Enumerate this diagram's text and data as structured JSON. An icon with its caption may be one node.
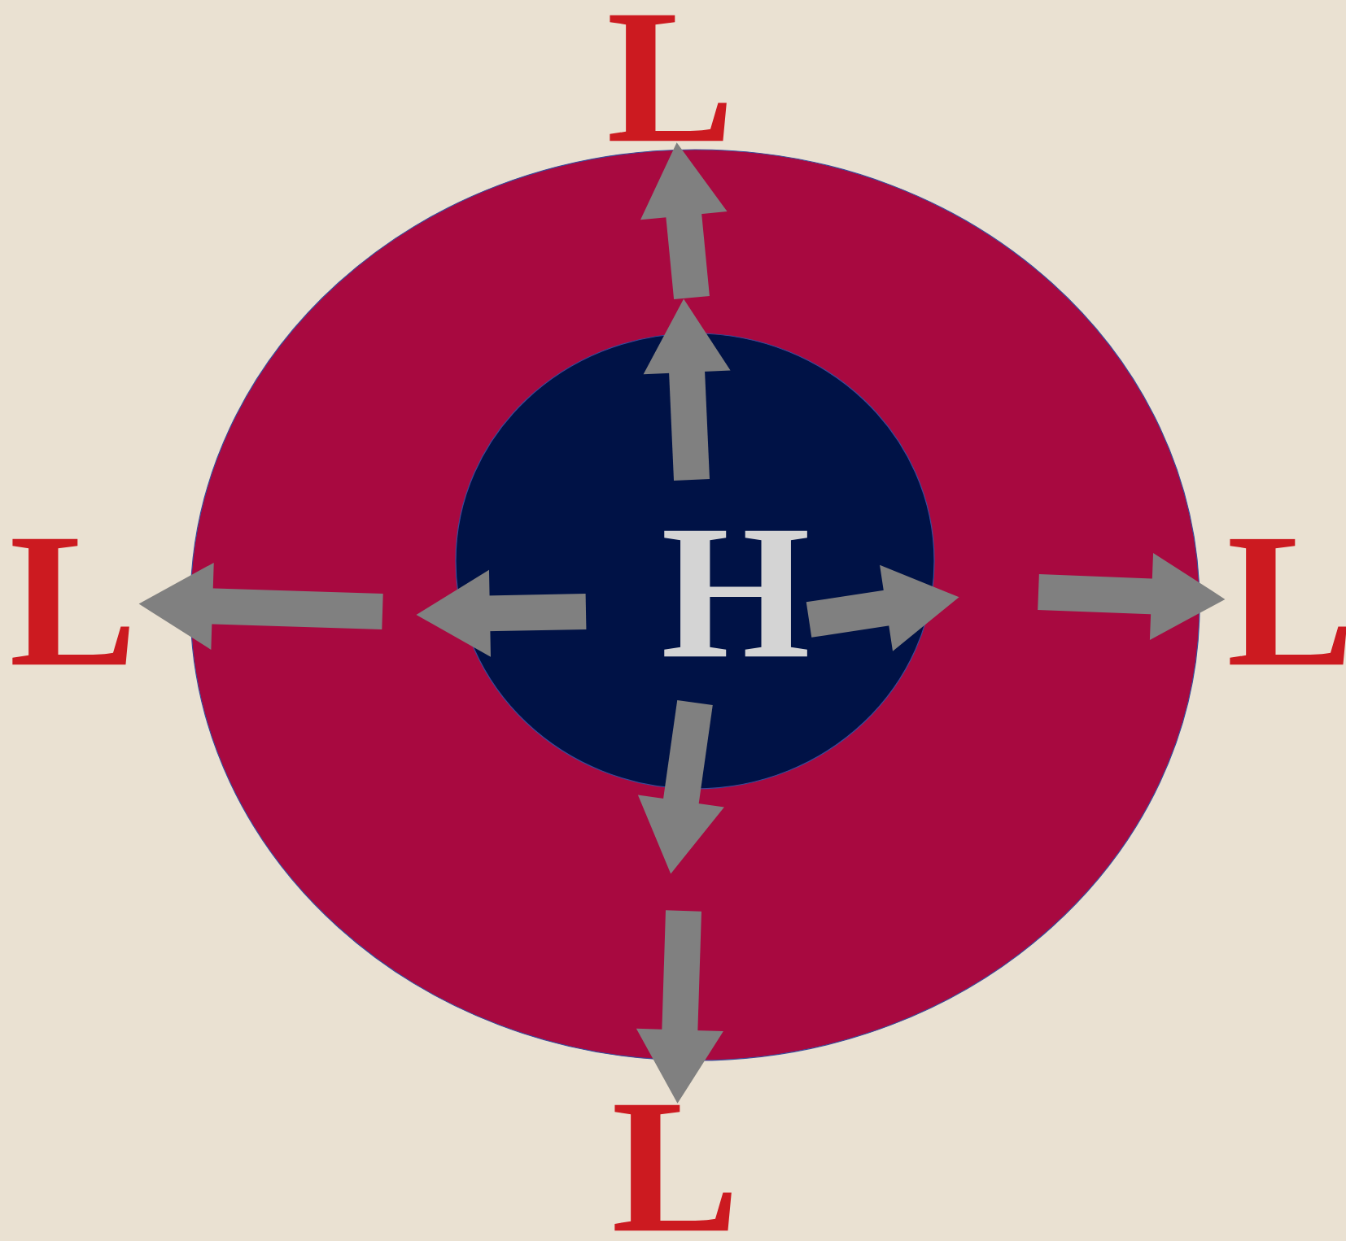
{
  "diagram": {
    "nodes": [
      {
        "text": [],
        "shape": "circle"
      },
      {
        "text": [
          "H"
        ],
        "in": 0
      },
      {
        "text": [
          "L"
        ]
      },
      {
        "text": [
          "L"
        ]
      },
      {
        "text": [
          "L"
        ]
      },
      {
        "text": [
          "L"
        ]
      }
    ],
    "edges": [
      {
        "from": 1,
        "to": null,
        "arrow": "to"
      },
      {
        "from": 1,
        "to": null,
        "arrow": "to"
      },
      {
        "from": 1,
        "to": null,
        "arrow": "to"
      },
      {
        "from": 1,
        "to": null,
        "arrow": "to"
      },
      {
        "from": null,
        "to": 2,
        "arrow": "to"
      },
      {
        "from": null,
        "to": 3,
        "arrow": "to"
      },
      {
        "from": null,
        "to": 4,
        "arrow": "to"
      },
      {
        "from": null,
        "to": 5,
        "arrow": "to"
      }
    ]
  }
}
